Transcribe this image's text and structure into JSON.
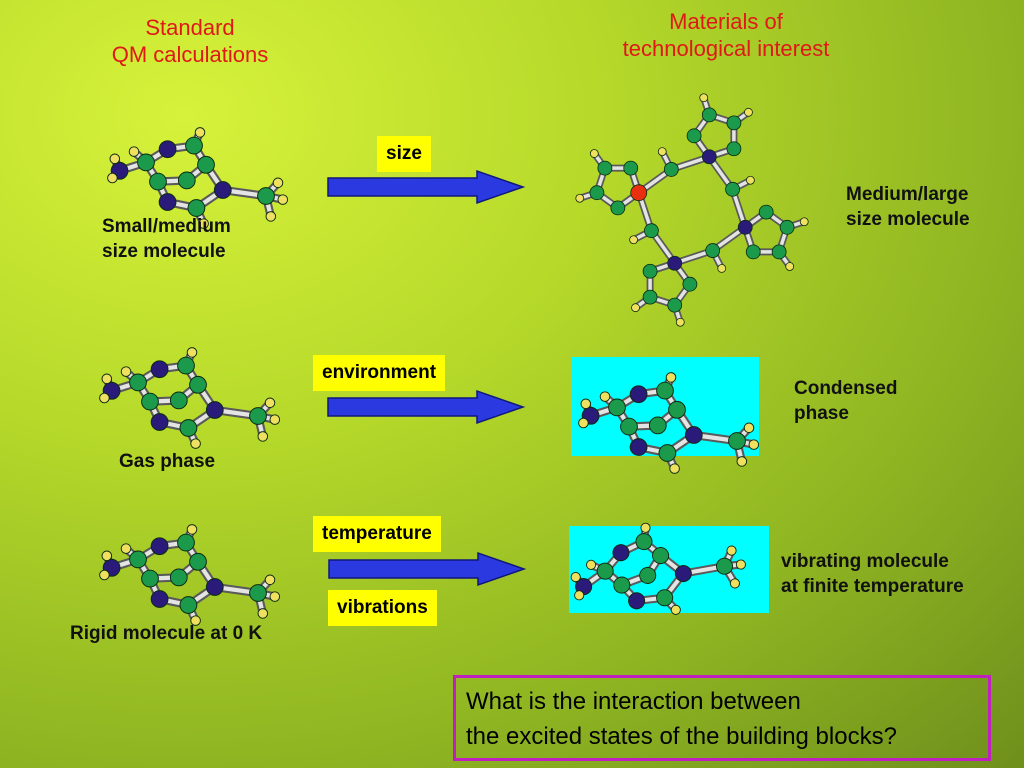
{
  "headers": {
    "left": [
      "Standard",
      "QM calculations"
    ],
    "right": [
      "Materials of",
      "technological interest"
    ]
  },
  "rows": [
    {
      "left_label": [
        "Small/medium",
        "size molecule"
      ],
      "arrow_tags": [
        "size"
      ],
      "right_label": [
        "Medium/large",
        "size molecule"
      ]
    },
    {
      "left_label": [
        "Gas phase"
      ],
      "arrow_tags": [
        "environment"
      ],
      "right_label": [
        "Condensed",
        "phase"
      ]
    },
    {
      "left_label": [
        "Rigid molecule at 0 K"
      ],
      "arrow_tags": [
        "temperature",
        "vibrations"
      ],
      "right_label": [
        "vibrating molecule",
        "at finite temperature"
      ]
    }
  ],
  "question": [
    "What is the interaction between",
    "the excited states of the building blocks?"
  ],
  "colors": {
    "header_text": "#e01818",
    "tag_bg": "#ffff00",
    "arrow": "#2a3ae0",
    "condensed_bg": "#00ffff",
    "question_border": "#c020c0",
    "carbon": "#1a9a4a",
    "nitrogen": "#2a1a7a",
    "hydrogen": "#f0e060",
    "oxygen": "#e83010"
  }
}
